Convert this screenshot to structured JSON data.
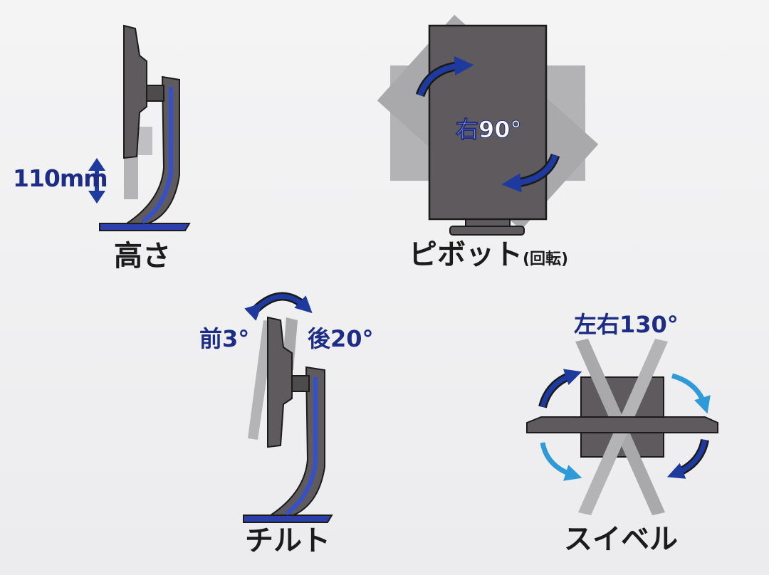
{
  "panels": {
    "height": {
      "caption": "高さ",
      "value": "110mm"
    },
    "pivot": {
      "caption": "ピボット",
      "caption_note": "(回転)",
      "value": "右90°"
    },
    "tilt": {
      "caption": "チルト",
      "forward": "前3°",
      "back": "後20°"
    },
    "swivel": {
      "caption": "スイベル",
      "value": "左右130°"
    }
  },
  "colors": {
    "background": "#f0f0f1",
    "monitor_body": "#5e5a5d",
    "ghost": "#a9a9ab",
    "accent_blue": "#1f3a9e",
    "light_blue": "#2f9ad8",
    "text_dark": "#1b1b1b",
    "text_blue": "#1d2c86"
  }
}
